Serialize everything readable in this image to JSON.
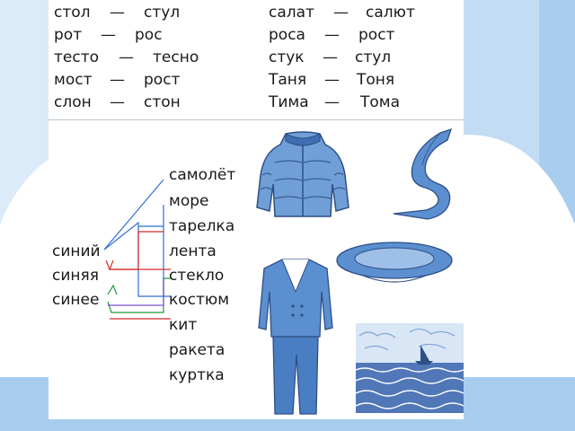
{
  "colors": {
    "frame_light": "#cfe3f7",
    "frame_mid": "#a9cdef",
    "cloud_white": "#ffffff",
    "line_blue": "#2f6fd6",
    "line_red": "#d42a2a",
    "line_green": "#1d9a3a",
    "line_violet": "#7a4fc9",
    "illustration_blue": "#4f83c2",
    "illustration_dark": "#2d4f86"
  },
  "word_pairs": {
    "left": [
      {
        "a": "стол",
        "dash": "—",
        "b": "стул"
      },
      {
        "a": "рот",
        "dash": "—",
        "b": "рос"
      },
      {
        "a": "тесто",
        "dash": "—",
        "b": "тесно"
      },
      {
        "a": "мост",
        "dash": "—",
        "b": "рост"
      },
      {
        "a": "слон",
        "dash": "—",
        "b": "стон"
      }
    ],
    "right": [
      {
        "a": "салат",
        "dash": "—",
        "b": "салют"
      },
      {
        "a": "роса",
        "dash": "—",
        "b": "рост"
      },
      {
        "a": "стук",
        "dash": "—",
        "b": "стул"
      },
      {
        "a": "Таня",
        "dash": "—",
        "b": "Тоня"
      },
      {
        "a": "Тима",
        "dash": "—",
        "b": "Тома"
      }
    ]
  },
  "adjectives": [
    "синий",
    "синяя",
    "синее"
  ],
  "nouns": [
    "самолёт",
    "море",
    "тарелка",
    "лента",
    "стекло",
    "костюм",
    "кит",
    "ракета",
    "куртка"
  ],
  "illustrations": [
    "jacket-icon",
    "ribbon-icon",
    "plate-icon",
    "suit-icon",
    "sea-icon"
  ]
}
